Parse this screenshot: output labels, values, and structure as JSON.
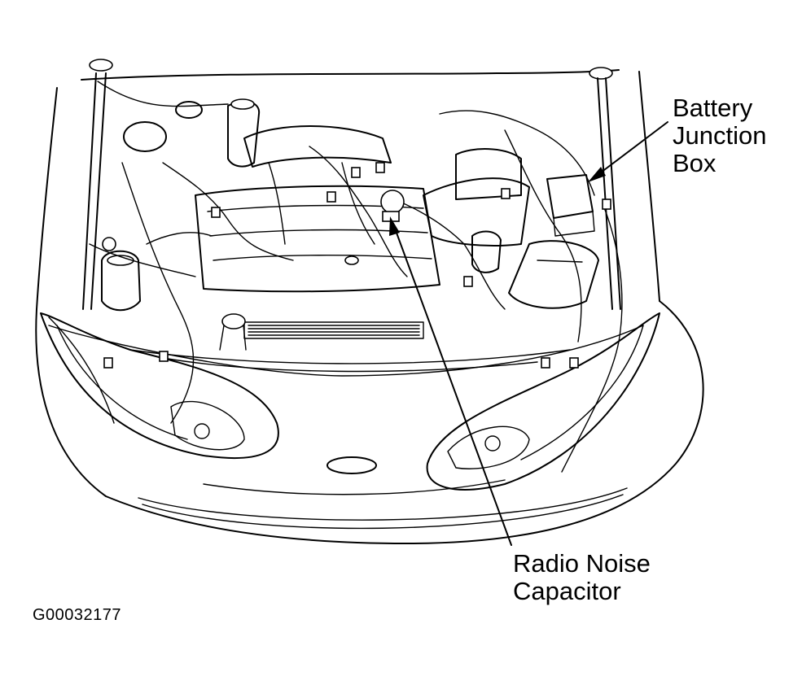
{
  "labels": {
    "battery_junction_box": [
      "Battery",
      "Junction",
      "Box"
    ],
    "radio_noise_capacitor": [
      "Radio Noise",
      "Capacitor"
    ]
  },
  "figure_id": "G00032177",
  "colors": {
    "line": "#000000",
    "background": "#ffffff"
  }
}
